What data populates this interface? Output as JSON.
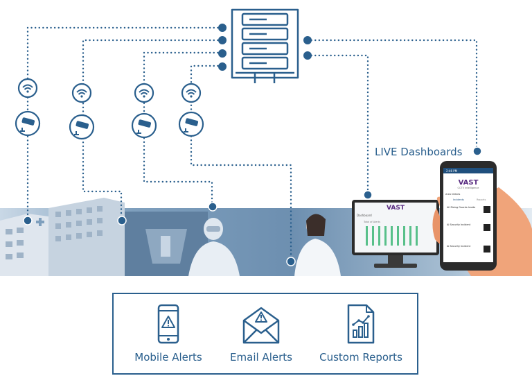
{
  "diagram": {
    "live_dashboards_label": "LIVE Dashboards",
    "server_icon": "server-rack-icon",
    "camera_icon": "cctv-camera-icon",
    "wifi_icon": "wifi-icon",
    "accent_color": "#2a5f8d",
    "dot_color": "#2a5f8d"
  },
  "monitor": {
    "brand": "VAST",
    "subtitle": "Dashboard",
    "panel_title": "Total of Alerts"
  },
  "phone": {
    "time": "2:46 PM",
    "brand": "VAST",
    "tagline": "CCTV Intelligence",
    "site": "Area Details",
    "tab_a": "Incidents",
    "tab_b": "Reports",
    "items": [
      {
        "title": "All Rising Guards Inside"
      },
      {
        "title": "AI Security Incident"
      },
      {
        "title": "AI Security Incident"
      }
    ]
  },
  "alerts": {
    "mobile": {
      "label": "Mobile Alerts",
      "icon": "mobile-alert-icon"
    },
    "email": {
      "label": "Email Alerts",
      "icon": "email-alert-icon"
    },
    "reports": {
      "label": "Custom Reports",
      "icon": "report-chart-icon"
    }
  }
}
